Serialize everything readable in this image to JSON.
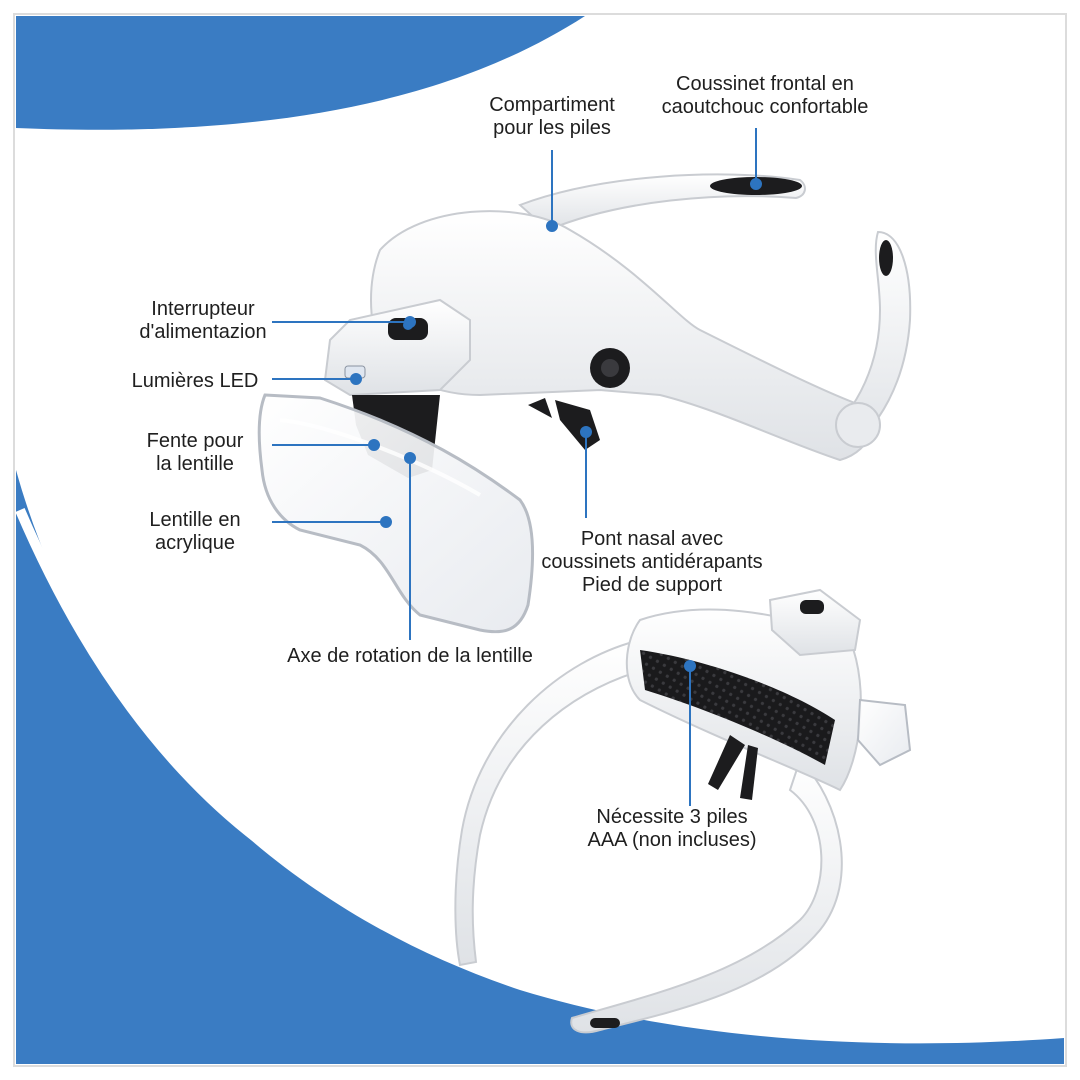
{
  "colors": {
    "accent_blue": "#3a7cc3",
    "callout_dot": "#2d74c0",
    "device_white": "#f3f4f6",
    "device_shadow": "#c9ccd1",
    "pad_dark": "#1c1c1e"
  },
  "callouts": {
    "battery_compartment": {
      "line1": "Compartiment",
      "line2": "pour les piles"
    },
    "forehead_cushion": {
      "line1": "Coussinet frontal en",
      "line2": "caoutchouc confortable"
    },
    "power_switch": {
      "line1": "Interrupteur",
      "line2": "d'alimentazion"
    },
    "led_lights": {
      "line1": "Lumières LED"
    },
    "lens_slot": {
      "line1": "Fente pour",
      "line2": "la lentille"
    },
    "acrylic_lens": {
      "line1": "Lentille en",
      "line2": "acrylique"
    },
    "nose_bridge": {
      "line1": "Pont nasal avec",
      "line2": "coussinets antidérapants",
      "line3": "Pied de support"
    },
    "lens_rotation_axis": {
      "line1": "Axe de rotation de la lentille"
    },
    "batteries_required": {
      "line1": "Nécessite 3 piles",
      "line2": "AAA (non incluses)"
    }
  }
}
